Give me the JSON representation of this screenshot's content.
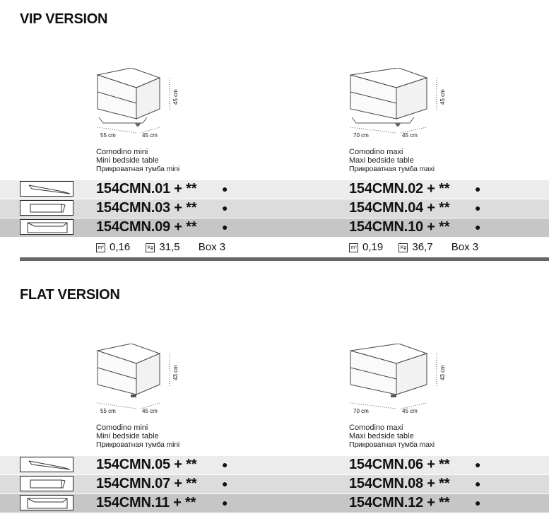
{
  "sections": [
    {
      "title": "VIP VERSION",
      "items": [
        {
          "name_it": "Comodino mini",
          "name_en": "Mini bedside table",
          "name_ru": "Прикроватная тумба mini",
          "height": "45 cm",
          "width": "55 cm",
          "depth": "45 cm",
          "volume": "0,16",
          "weight": "31,5",
          "box": "Box 3"
        },
        {
          "name_it": "Comodino maxi",
          "name_en": "Maxi bedside table",
          "name_ru": "Прикроватная тумба maxi",
          "height": "45 cm",
          "width": "70 cm",
          "depth": "45 cm",
          "volume": "0,19",
          "weight": "36,7",
          "box": "Box 3"
        }
      ],
      "rows": [
        [
          "154CMN.01 + **",
          "154CMN.02 + **"
        ],
        [
          "154CMN.03 + **",
          "154CMN.04 + **"
        ],
        [
          "154CMN.09 + **",
          "154CMN.10 + **"
        ]
      ]
    },
    {
      "title": "FLAT VERSION",
      "items": [
        {
          "name_it": "Comodino mini",
          "name_en": "Mini bedside table",
          "name_ru": "Прикроватная тумба mini",
          "height": "43 cm",
          "width": "55 cm",
          "depth": "45 cm"
        },
        {
          "name_it": "Comodino maxi",
          "name_en": "Maxi bedside table",
          "name_ru": "Прикроватная тумба maxi",
          "height": "43 cm",
          "width": "70 cm",
          "depth": "45 cm"
        }
      ],
      "rows": [
        [
          "154CMN.05 + **",
          "154CMN.06 + **"
        ],
        [
          "154CMN.07 + **",
          "154CMN.08 + **"
        ],
        [
          "154CMN.11 + **",
          "154CMN.12 + **"
        ]
      ]
    }
  ],
  "dot": "●",
  "icons": {
    "volume": "m³",
    "weight": "Kg"
  },
  "row_colors": [
    "#ececec",
    "#dcdcdc",
    "#c6c6c6"
  ]
}
